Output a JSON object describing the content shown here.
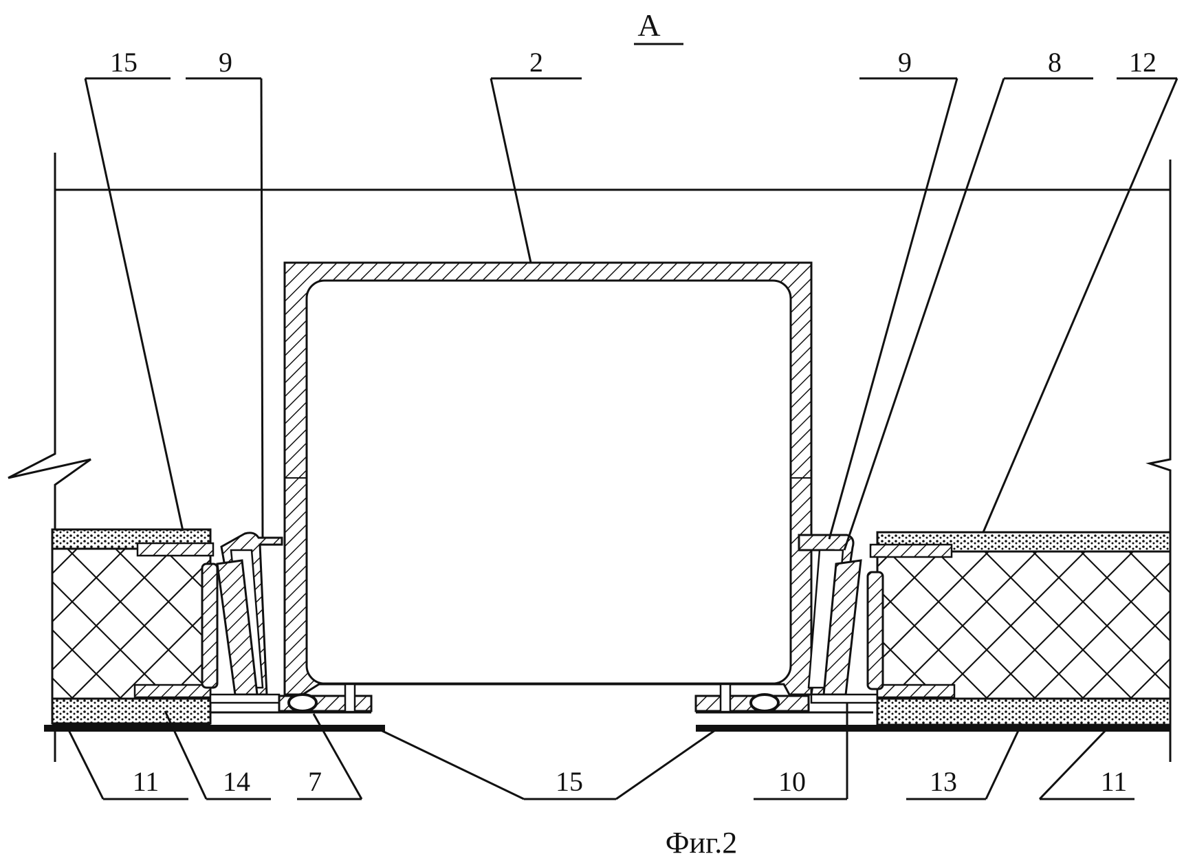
{
  "view_label": "А",
  "caption": "Фиг.2",
  "labels": {
    "top_left_15": "15",
    "top_left_9": "9",
    "top_2": "2",
    "top_right_9": "9",
    "top_8": "8",
    "top_12": "12",
    "bottom_11_left": "11",
    "bottom_14": "14",
    "bottom_7": "7",
    "bottom_15": "15",
    "bottom_10": "10",
    "bottom_13": "13",
    "bottom_11_right": "11"
  }
}
